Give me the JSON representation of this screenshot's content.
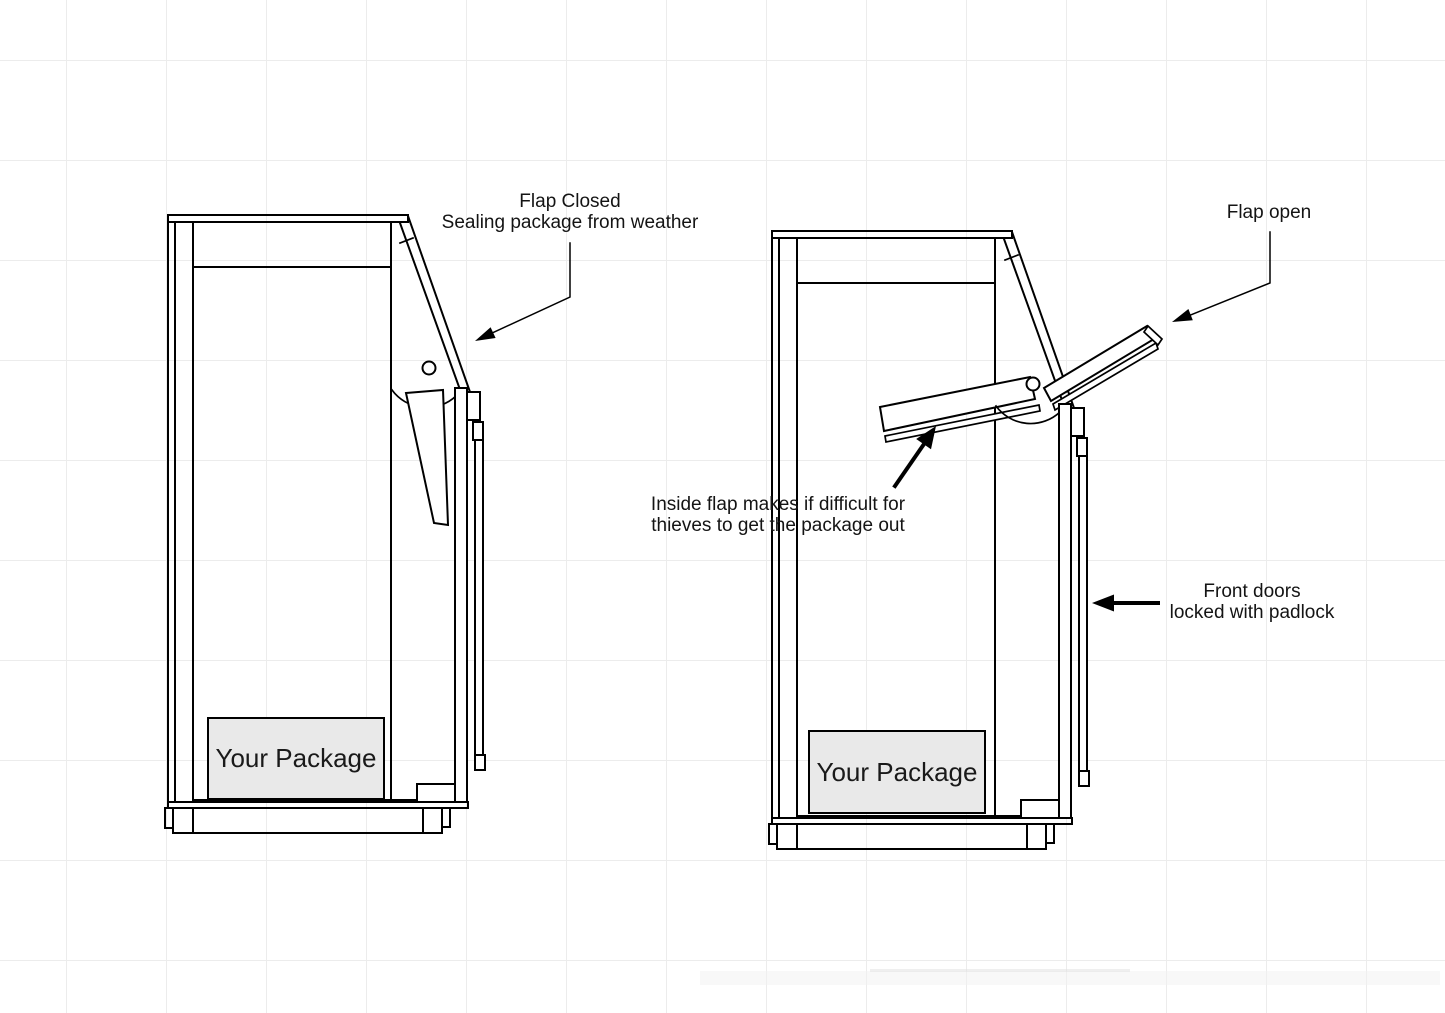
{
  "annotations": {
    "flap_closed": {
      "line1": "Flap Closed",
      "line2": "Sealing package from weather"
    },
    "flap_open": {
      "label": "Flap open"
    },
    "inside_flap": {
      "line1": "Inside flap makes if difficult for",
      "line2": "thieves to get the package out"
    },
    "front_doors": {
      "line1": "Front doors",
      "line2": "locked with padlock"
    }
  },
  "boxes": {
    "left": {
      "package_label": "Your Package"
    },
    "right": {
      "package_label": "Your Package"
    }
  },
  "colors": {
    "line": "#000000",
    "grid": "#ececec",
    "package_fill": "#e9e9e9",
    "background": "#ffffff"
  }
}
